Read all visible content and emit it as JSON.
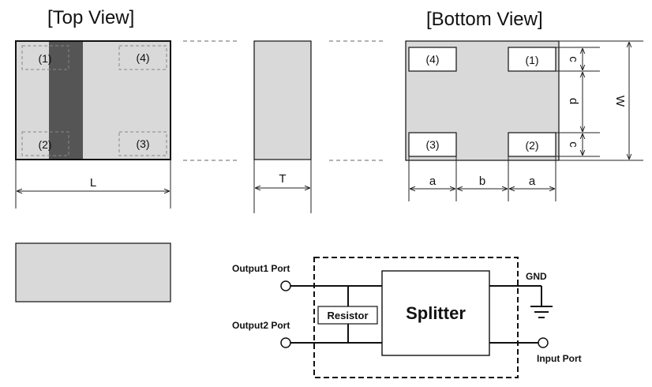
{
  "top_view": {
    "title": "[Top View]",
    "terminals": [
      "(1)",
      "(4)",
      "(2)",
      "(3)"
    ],
    "dimension_label": "L"
  },
  "side_view": {
    "dimension_label": "T"
  },
  "bottom_view": {
    "title": "[Bottom View]",
    "terminals": [
      "(4)",
      "(1)",
      "(3)",
      "(2)"
    ],
    "dimension_labels": {
      "a_left": "a",
      "b": "b",
      "a_right": "a",
      "c_top": "c",
      "d": "d",
      "c_bottom": "c",
      "W": "W"
    }
  },
  "circuit": {
    "output1_port": "Output1 Port",
    "output2_port": "Output2 Port",
    "resistor": "Resistor",
    "splitter": "Splitter",
    "gnd": "GND",
    "input_port": "Input Port"
  },
  "colors": {
    "body_fill": "#d9d9d9",
    "stripe_fill": "#555555",
    "outline": "#111111"
  }
}
